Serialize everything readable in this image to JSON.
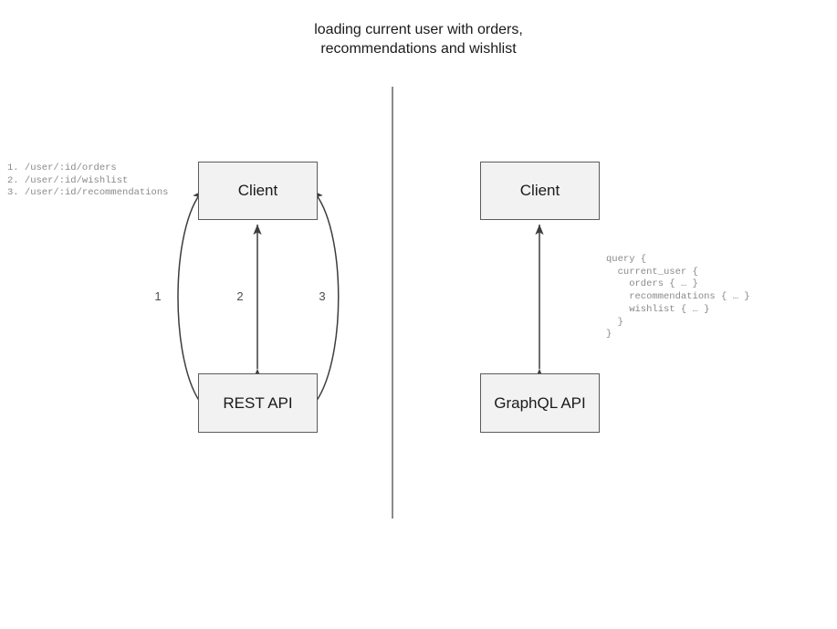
{
  "title": "loading current user with orders,\nrecommendations and wishlist",
  "divider": {
    "name": "vertical-divider",
    "color": "#6e6e6e"
  },
  "rest_side": {
    "client_label": "Client",
    "api_label": "REST API",
    "endpoints": "1. /user/:id/orders\n2. /user/:id/wishlist\n3. /user/:id/recommendations",
    "edge_labels": [
      "1",
      "2",
      "3"
    ]
  },
  "graphql_side": {
    "client_label": "Client",
    "api_label": "GraphQL API",
    "query": "query {\n  current_user {\n    orders { … }\n    recommendations { … }\n    wishlist { … }\n  }\n}"
  },
  "style": {
    "box_fill": "#f2f2f2",
    "box_stroke": "#5c5c5c",
    "arrow_color": "#3d3d3d",
    "text_color": "#1a1a1a",
    "code_color": "#8a8a8a"
  }
}
